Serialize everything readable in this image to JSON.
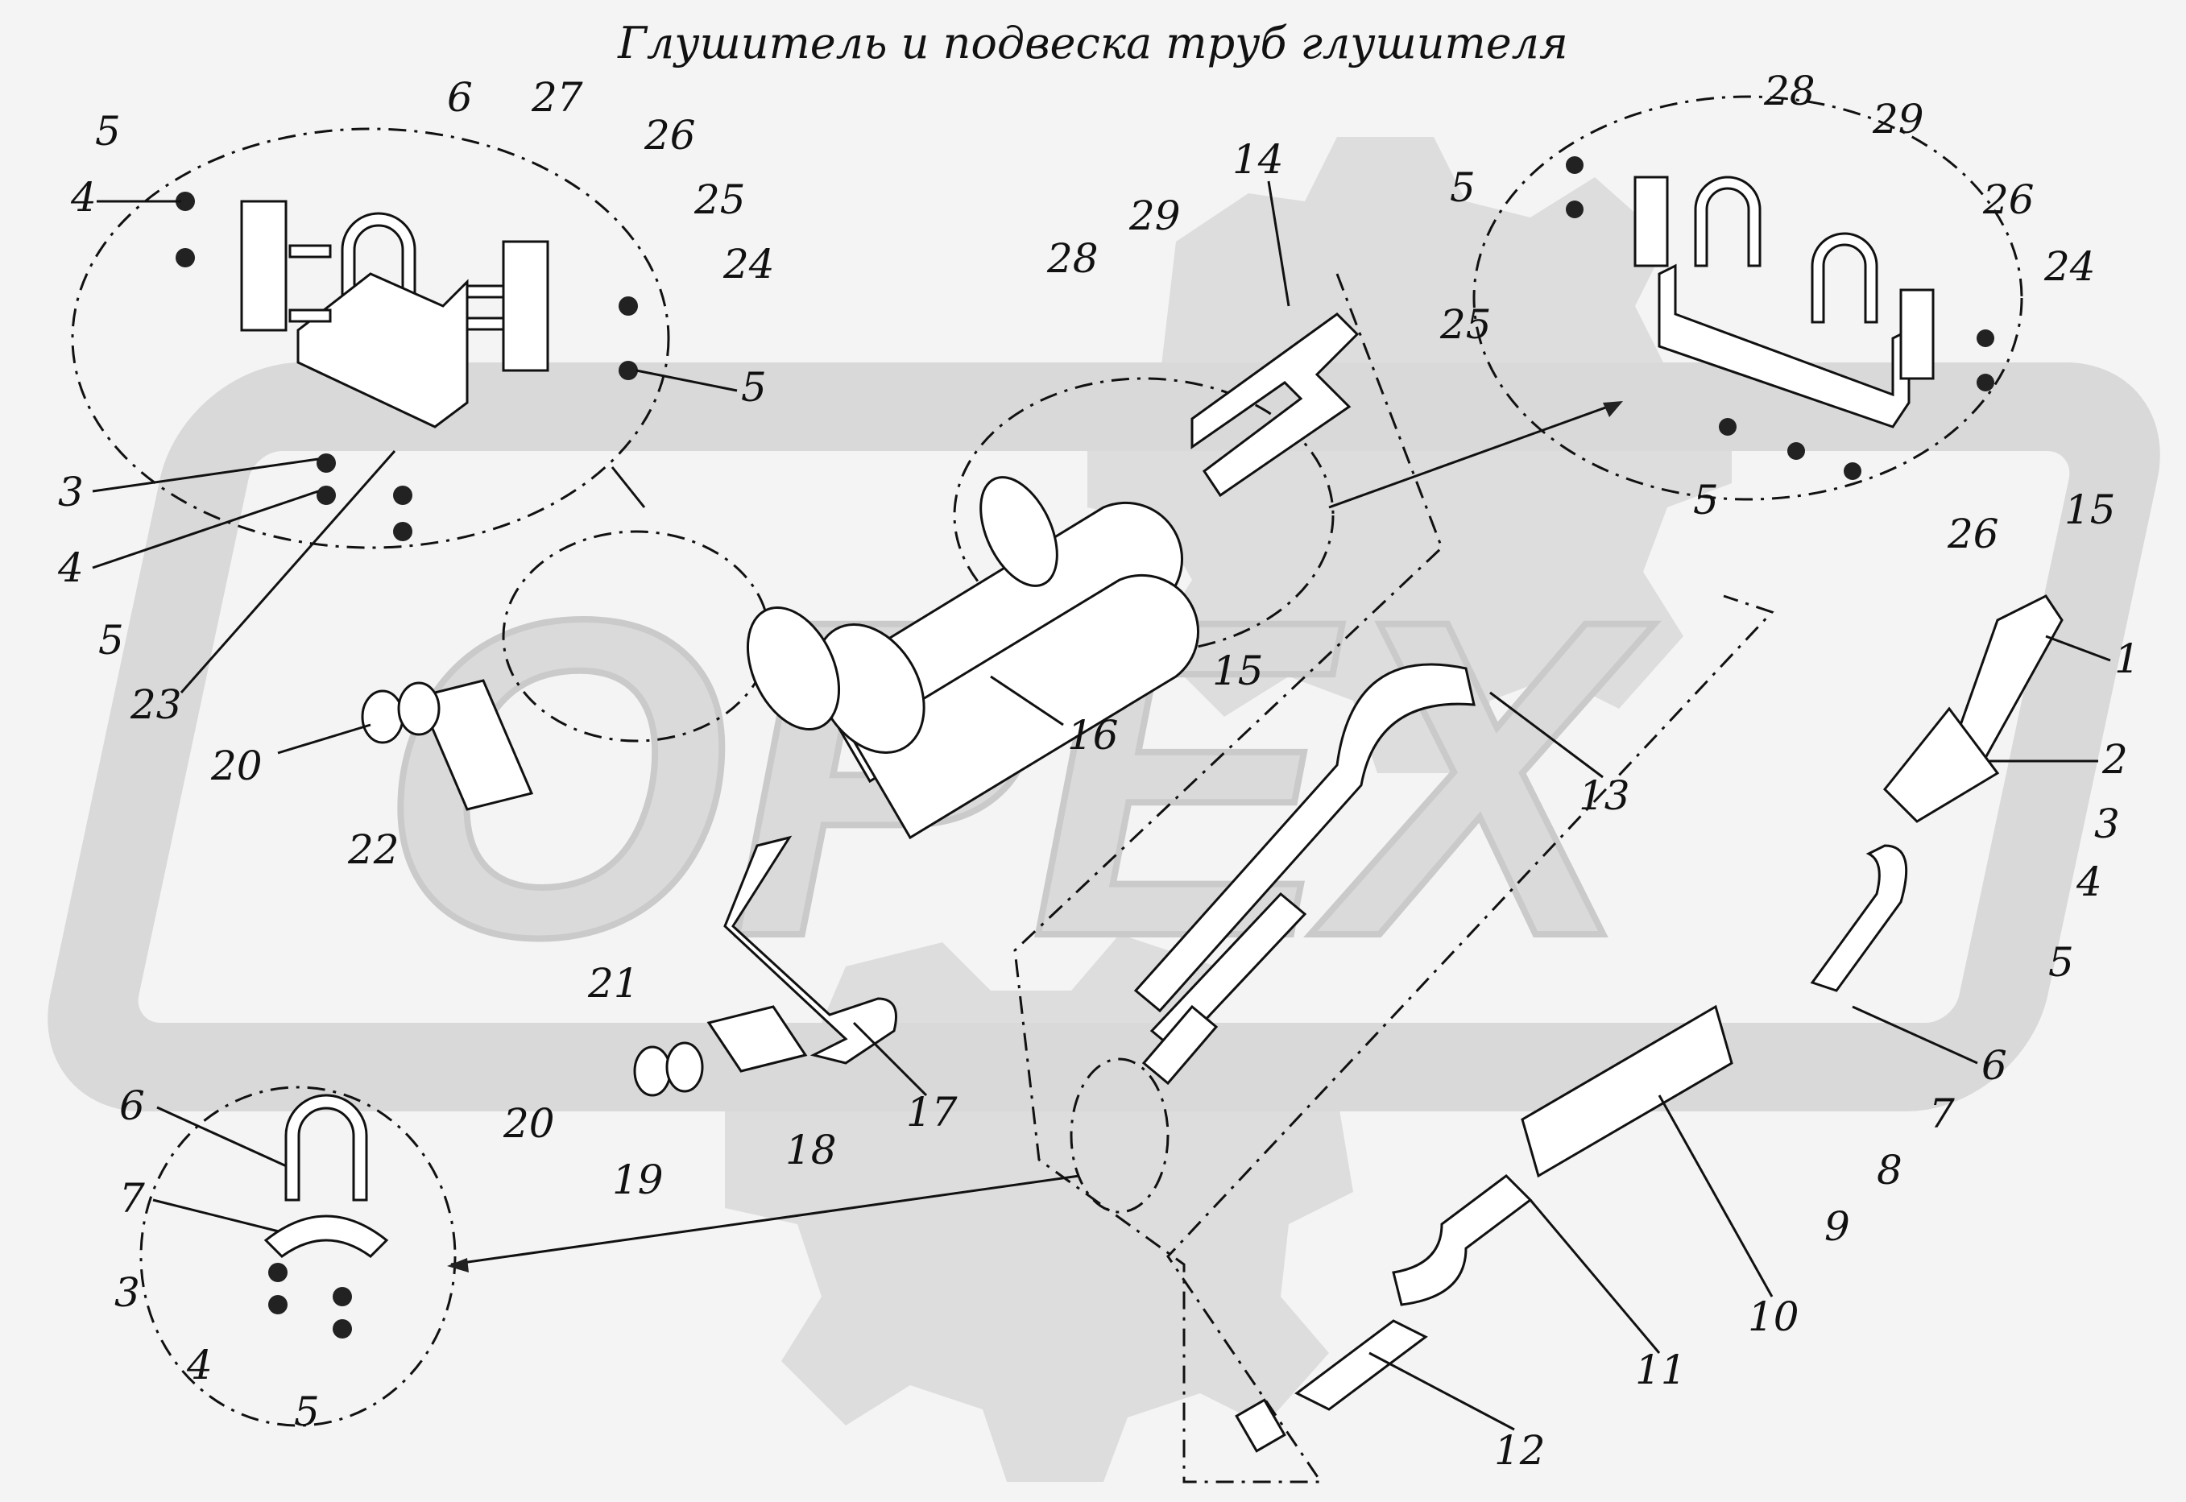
{
  "title": "Глушитель и подвеска труб глушителя",
  "watermark": "OPEX",
  "colors": {
    "background": "#f4f4f4",
    "watermark": "#c8c8c8",
    "ink": "#111111"
  },
  "callouts": [
    {
      "id": "c-nw-5",
      "text": "5"
    },
    {
      "id": "c-nw-4",
      "text": "4"
    },
    {
      "id": "c-nw-6",
      "text": "6"
    },
    {
      "id": "c-nw-27",
      "text": "27"
    },
    {
      "id": "c-nw-26",
      "text": "26"
    },
    {
      "id": "c-nw-25",
      "text": "25"
    },
    {
      "id": "c-nw-24",
      "text": "24"
    },
    {
      "id": "c-nw-5b",
      "text": "5"
    },
    {
      "id": "c-nw-3",
      "text": "3"
    },
    {
      "id": "c-nw-4b",
      "text": "4"
    },
    {
      "id": "c-nw-5c",
      "text": "5"
    },
    {
      "id": "c-nw-23",
      "text": "23"
    },
    {
      "id": "c-20a",
      "text": "20"
    },
    {
      "id": "c-22",
      "text": "22"
    },
    {
      "id": "c-16",
      "text": "16"
    },
    {
      "id": "c-28a",
      "text": "28"
    },
    {
      "id": "c-29a",
      "text": "29"
    },
    {
      "id": "c-14",
      "text": "14"
    },
    {
      "id": "c-15a",
      "text": "15"
    },
    {
      "id": "c-28b",
      "text": "28"
    },
    {
      "id": "c-29b",
      "text": "29"
    },
    {
      "id": "c-ne-5",
      "text": "5"
    },
    {
      "id": "c-ne-26",
      "text": "26"
    },
    {
      "id": "c-ne-24",
      "text": "24"
    },
    {
      "id": "c-ne-25",
      "text": "25"
    },
    {
      "id": "c-ne-5b",
      "text": "5"
    },
    {
      "id": "c-ne-26b",
      "text": "26"
    },
    {
      "id": "c-ne-15",
      "text": "15"
    },
    {
      "id": "c-13",
      "text": "13"
    },
    {
      "id": "c-1",
      "text": "1"
    },
    {
      "id": "c-2",
      "text": "2"
    },
    {
      "id": "c-3",
      "text": "3"
    },
    {
      "id": "c-4",
      "text": "4"
    },
    {
      "id": "c-5",
      "text": "5"
    },
    {
      "id": "c-6",
      "text": "6"
    },
    {
      "id": "c-7",
      "text": "7"
    },
    {
      "id": "c-8",
      "text": "8"
    },
    {
      "id": "c-9",
      "text": "9"
    },
    {
      "id": "c-10",
      "text": "10"
    },
    {
      "id": "c-11",
      "text": "11"
    },
    {
      "id": "c-12",
      "text": "12"
    },
    {
      "id": "c-21",
      "text": "21"
    },
    {
      "id": "c-20b",
      "text": "20"
    },
    {
      "id": "c-19",
      "text": "19"
    },
    {
      "id": "c-18",
      "text": "18"
    },
    {
      "id": "c-17",
      "text": "17"
    },
    {
      "id": "c-sw-6",
      "text": "6"
    },
    {
      "id": "c-sw-7",
      "text": "7"
    },
    {
      "id": "c-sw-3",
      "text": "3"
    },
    {
      "id": "c-sw-4",
      "text": "4"
    },
    {
      "id": "c-sw-5",
      "text": "5"
    }
  ]
}
